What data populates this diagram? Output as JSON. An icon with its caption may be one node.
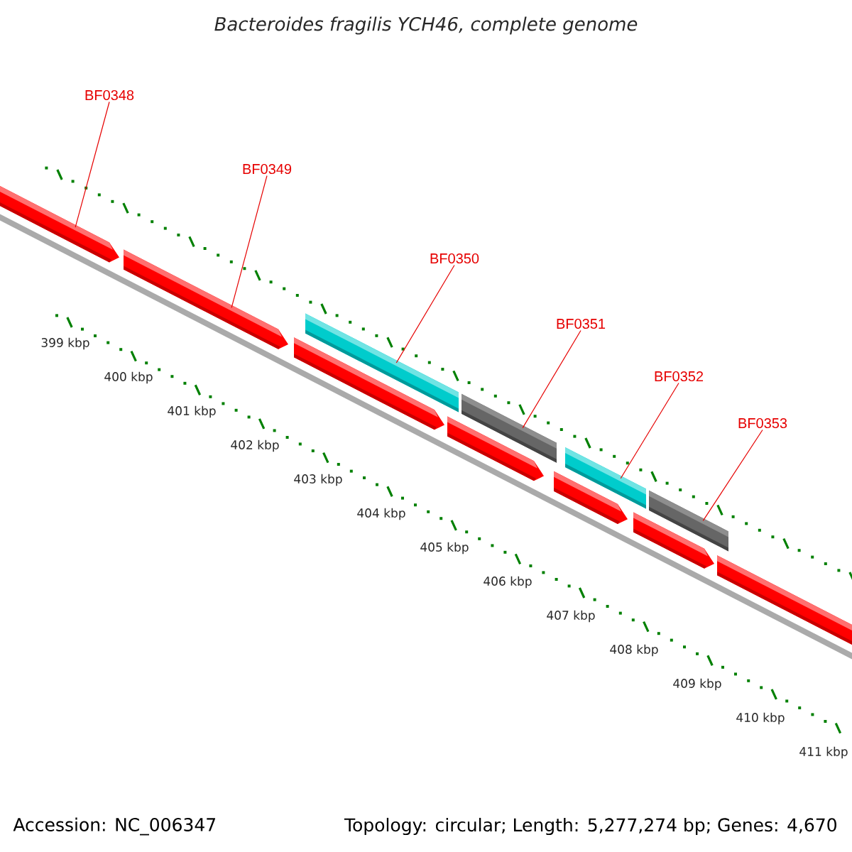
{
  "diagram": {
    "title": "Bacteroides fragilis YCH46, complete genome",
    "nodes": [
      {
        "text": [
          "BF0348"
        ]
      },
      {
        "text": [
          "BF0349"
        ]
      },
      {
        "text": [
          "BF0350"
        ]
      },
      {
        "text": [
          "BF0351"
        ]
      },
      {
        "text": [
          "BF0352"
        ]
      },
      {
        "text": [
          "BF0353"
        ]
      },
      {
        "text": [],
        "shape": "arrow"
      },
      {
        "text": [],
        "shape": "arrow"
      },
      {
        "text": [],
        "shape": "arrow"
      },
      {
        "text": [],
        "shape": "bar"
      },
      {
        "text": [],
        "shape": "arrow"
      },
      {
        "text": [],
        "shape": "bar"
      },
      {
        "text": [],
        "shape": "arrow"
      },
      {
        "text": [],
        "shape": "bar"
      },
      {
        "text": [],
        "shape": "arrow"
      },
      {
        "text": [],
        "shape": "bar"
      },
      {
        "text": [],
        "shape": "arrow"
      }
    ],
    "edges": [
      {
        "from": 0,
        "to": 6,
        "arrow": "none"
      },
      {
        "from": 1,
        "to": 7,
        "arrow": "none"
      },
      {
        "from": 2,
        "to": 9,
        "arrow": "none"
      },
      {
        "from": 3,
        "to": 11,
        "arrow": "none"
      },
      {
        "from": 4,
        "to": 13,
        "arrow": "none"
      },
      {
        "from": 5,
        "to": 15,
        "arrow": "none"
      }
    ],
    "labels": [
      "399 kbp",
      "400 kbp",
      "401 kbp",
      "402 kbp",
      "403 kbp",
      "404 kbp",
      "405 kbp",
      "406 kbp",
      "407 kbp",
      "408 kbp",
      "409 kbp",
      "410 kbp",
      "411 kbp",
      "Accession: NC_006347",
      "Topology: circular; Length: 5,277,274 bp; Genes: 4,670"
    ]
  }
}
